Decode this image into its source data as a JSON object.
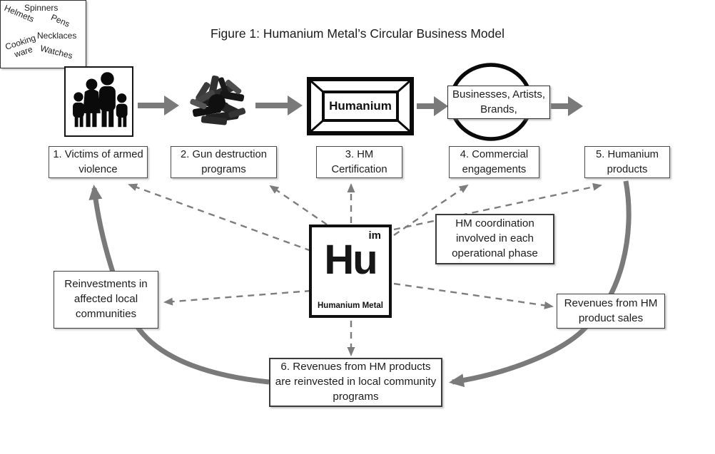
{
  "title": "Figure 1: Humanium Metal’s Circular Business Model",
  "stages": [
    {
      "label": "1. Victims of armed violence",
      "icon": "family-silhouettes"
    },
    {
      "label": "2. Gun destruction programs",
      "icon": "scrap-metal-pile"
    },
    {
      "label": "3. HM Certification",
      "icon": "humanium-ingot",
      "icon_text": "Humanium"
    },
    {
      "label": "4. Commercial engagements",
      "icon": "circle-badge",
      "icon_text": "Businesses, Artists, Brands,"
    },
    {
      "label": "5. Humanium products",
      "icon": "product-word-cloud",
      "products": [
        "Spinners",
        "Helmets",
        "Pens",
        "Necklaces",
        "Cooking ware",
        "Watches"
      ]
    }
  ],
  "center_logo": {
    "superscript": "im",
    "symbol": "Hu",
    "caption": "Humanium Metal"
  },
  "annotations": {
    "coordination": "HM coordination involved in each operational phase",
    "reinvestments": "Reinvestments in affected local communities",
    "revenues": "Revenues from HM product sales",
    "stage6": "6. Revenues from HM products are reinvested in local community programs"
  },
  "colors": {
    "block_arrow": "#7a7a7a",
    "curve_arrow": "#7a7a7a",
    "dashed_arrow": "#7d7d7d",
    "box_border": "#3c3c3c",
    "ink": "#111111",
    "background": "#ffffff"
  }
}
